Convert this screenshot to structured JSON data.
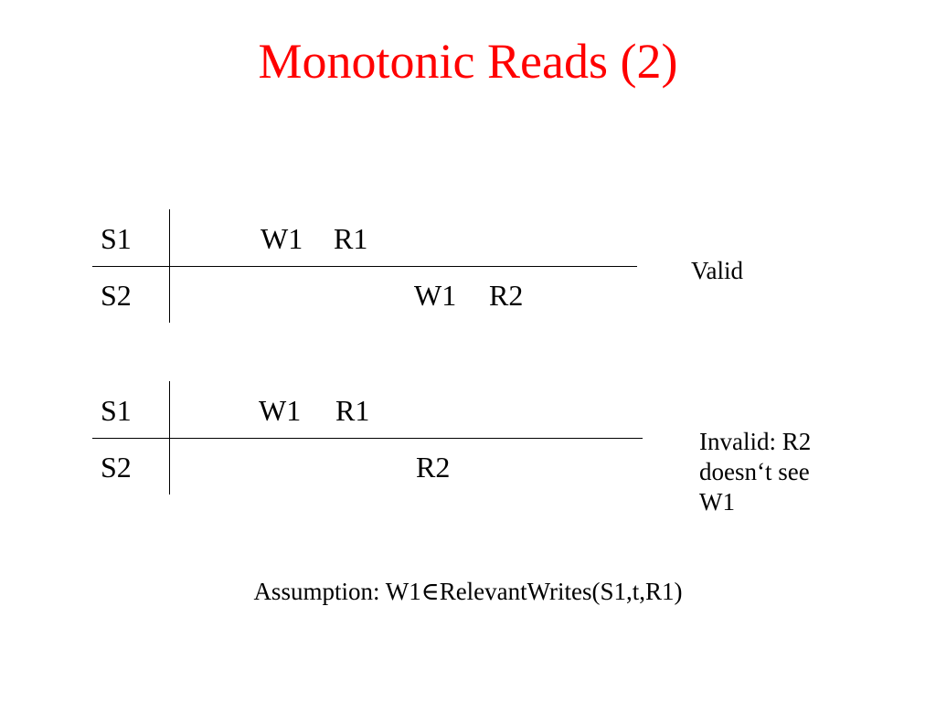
{
  "title": "Monotonic Reads (2)",
  "diagram1": {
    "row1_label": "S1",
    "row1_write": "W1",
    "row1_read": "R1",
    "row2_label": "S2",
    "row2_write": "W1",
    "row2_read": "R2",
    "note": "Valid"
  },
  "diagram2": {
    "row1_label": "S1",
    "row1_write": "W1",
    "row1_read": "R1",
    "row2_label": "S2",
    "row2_read": "R2",
    "note_line1": "Invalid: R2",
    "note_line2": "doesn‘t see",
    "note_line3": "W1"
  },
  "assumption": "Assumption: W1∈RelevantWrites(S1,t,R1)"
}
